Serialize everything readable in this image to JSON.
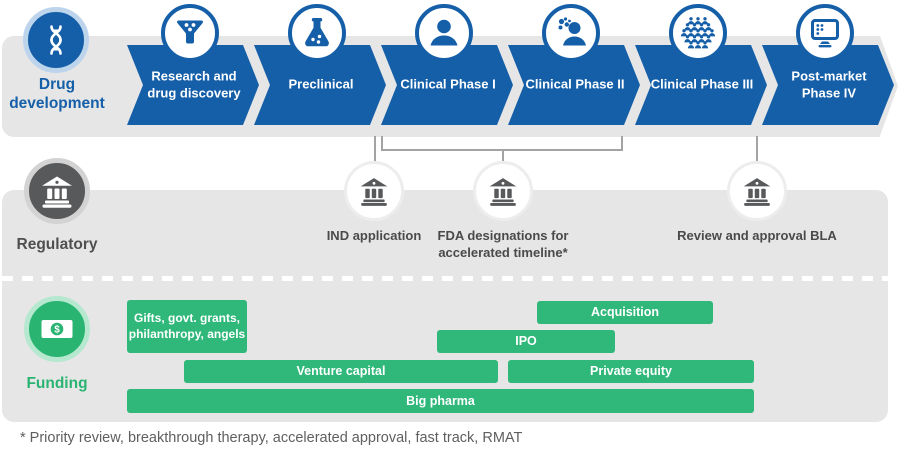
{
  "development": {
    "label": "Drug development",
    "row_icon": "dna-icon",
    "stages": [
      {
        "label": "Research and drug discovery",
        "icon": "funnel-icon"
      },
      {
        "label": "Preclinical",
        "icon": "flask-icon"
      },
      {
        "label": "Clinical Phase I",
        "icon": "person-icon"
      },
      {
        "label": "Clinical Phase II",
        "icon": "person-molecules-icon"
      },
      {
        "label": "Clinical Phase III",
        "icon": "crowd-icon"
      },
      {
        "label": "Post-market Phase IV",
        "icon": "monitor-icon"
      }
    ]
  },
  "regulatory": {
    "label": "Regulatory",
    "row_icon": "bank-icon",
    "milestones": [
      {
        "label": "IND application",
        "icon": "bank-icon"
      },
      {
        "label": "FDA designations for accelerated timeline*",
        "icon": "bank-icon"
      },
      {
        "label": "Review and approval BLA",
        "icon": "bank-icon"
      }
    ]
  },
  "funding": {
    "label": "Funding",
    "row_icon": "money-icon",
    "sources": [
      {
        "label": "Gifts, govt. grants, philanthropy, angels"
      },
      {
        "label": "Acquisition"
      },
      {
        "label": "IPO"
      },
      {
        "label": "Venture capital"
      },
      {
        "label": "Private equity"
      },
      {
        "label": "Big pharma"
      }
    ]
  },
  "footnote": "* Priority review, breakthrough therapy, accelerated approval, fast track, RMAT",
  "colors": {
    "blue": "#155fa9",
    "blue_ring": "#bdd5ec",
    "green": "#2fb87a",
    "green_badge": "#29b472",
    "green_ring": "#b5e8ce",
    "panel_gray": "#e6e6e6",
    "dark_gray": "#58595b",
    "connector_gray": "#a3a3a3",
    "label_gray": "#4a4a4a"
  }
}
